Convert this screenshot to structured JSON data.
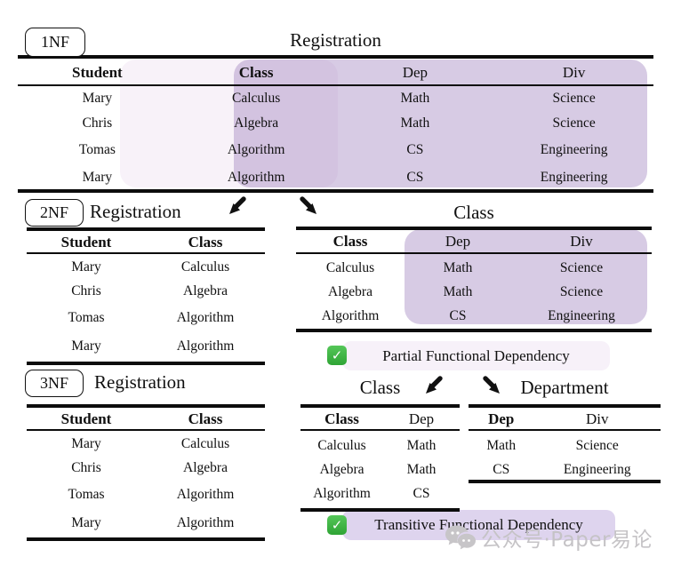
{
  "colors": {
    "highlight_light": "#f8f2f9",
    "highlight_purple": "#9675b8",
    "note_light_bg": "#f7f1f9",
    "note_purple_bg": "#ded4ee",
    "check_green": "#3fbc3f",
    "rule_black": "#0c0c0c",
    "watermark_gray": "#c5c3c6"
  },
  "nf1": {
    "badge": "1NF",
    "table": {
      "title": "Registration",
      "headers": [
        "Student",
        "Class",
        "Dep",
        "Div"
      ],
      "rows": [
        [
          "Mary",
          "Calculus",
          "Math",
          "Science"
        ],
        [
          "Chris",
          "Algebra",
          "Math",
          "Science"
        ],
        [
          "Tomas",
          "Algorithm",
          "CS",
          "Engineering"
        ],
        [
          "Mary",
          "Algorithm",
          "CS",
          "Engineering"
        ]
      ]
    }
  },
  "nf2": {
    "badge": "2NF",
    "registration": {
      "title": "Registration",
      "headers": [
        "Student",
        "Class"
      ],
      "rows": [
        [
          "Mary",
          "Calculus"
        ],
        [
          "Chris",
          "Algebra"
        ],
        [
          "Tomas",
          "Algorithm"
        ],
        [
          "Mary",
          "Algorithm"
        ]
      ]
    },
    "class_table": {
      "title": "Class",
      "headers": [
        "Class",
        "Dep",
        "Div"
      ],
      "rows": [
        [
          "Calculus",
          "Math",
          "Science"
        ],
        [
          "Algebra",
          "Math",
          "Science"
        ],
        [
          "Algorithm",
          "CS",
          "Engineering"
        ]
      ]
    },
    "note": {
      "icon": "check",
      "text": "Partial Functional Dependency"
    }
  },
  "nf3": {
    "badge": "3NF",
    "registration": {
      "title": "Registration",
      "headers": [
        "Student",
        "Class"
      ],
      "rows": [
        [
          "Mary",
          "Calculus"
        ],
        [
          "Chris",
          "Algebra"
        ],
        [
          "Tomas",
          "Algorithm"
        ],
        [
          "Mary",
          "Algorithm"
        ]
      ]
    },
    "class_table": {
      "title": "Class",
      "headers": [
        "Class",
        "Dep"
      ],
      "rows": [
        [
          "Calculus",
          "Math"
        ],
        [
          "Algebra",
          "Math"
        ],
        [
          "Algorithm",
          "CS"
        ]
      ]
    },
    "department_table": {
      "title": "Department",
      "headers": [
        "Dep",
        "Div"
      ],
      "rows": [
        [
          "Math",
          "Science"
        ],
        [
          "CS",
          "Engineering"
        ]
      ]
    },
    "note": {
      "icon": "check",
      "text": "Transitive Functional Dependency"
    }
  },
  "watermark": {
    "text": "公众号·Paper易论"
  },
  "check_glyph": "✓"
}
